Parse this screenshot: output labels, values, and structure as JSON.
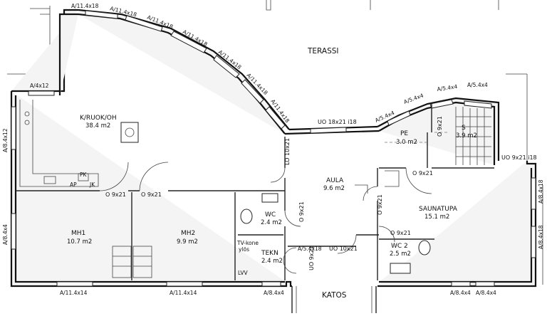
{
  "rooms": {
    "terassi": "TERASSI",
    "katos": "KATOS",
    "kk_name": "K/RUOK/OH",
    "kk_area": "38.4 m2",
    "aula_name": "AULA",
    "aula_area": "9.6 m2",
    "mh1_name": "MH1",
    "mh1_area": "10.7 m2",
    "mh2_name": "MH2",
    "mh2_area": "9.9 m2",
    "wc_name": "WC",
    "wc_area": "2.4 m2",
    "tekn_name": "TEKN",
    "tekn_area": "2.4 m2",
    "pe_name": "PE",
    "pe_area": "3.0 m2",
    "s_name": "S",
    "s_area": "3.9 m2",
    "sauna_name": "SAUNATUPA",
    "sauna_area": "15.1 m2",
    "wc2_name": "WC 2",
    "wc2_area": "2.5 m2"
  },
  "doors": {
    "o9x21": "O 9x21",
    "lo10x21": "LO 10x21",
    "uo10x21": "UO 10x21",
    "uo9x21": "UO 9x21",
    "uo9x21_i18": "UO 9x21 i18",
    "uo18x21": "UO 18x21 i18"
  },
  "windows": {
    "a11x18": "A/11.4x18",
    "a4x12": "A/4x12",
    "a8x12": "A/8.4x12",
    "a8x4": "A/8.4x4",
    "a11x14": "A/11.4x14",
    "a54x4": "A/5.4x4",
    "a54x18": "A/5.4x18",
    "a84x18": "A/8.4x18"
  },
  "fixtures": {
    "pk": "PK",
    "ap": "AP",
    "jk": "JK",
    "tv": "TV-kone",
    "ylos": "ylös",
    "lvv": "LVV"
  }
}
